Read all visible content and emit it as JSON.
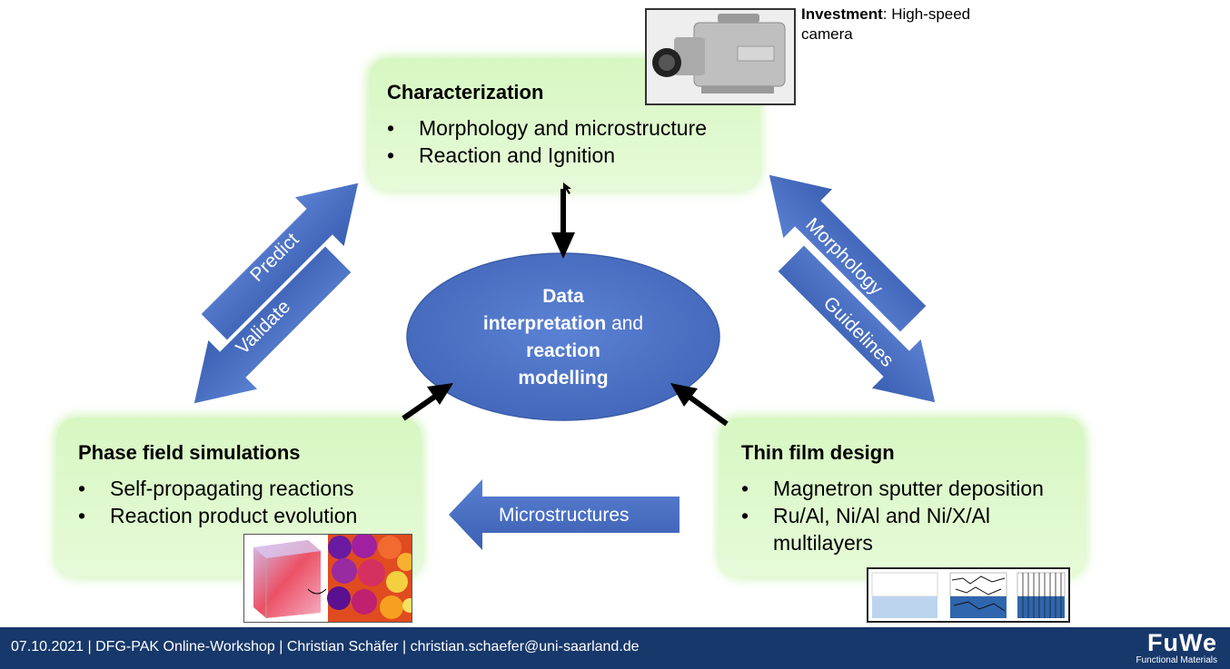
{
  "characterization": {
    "title": "Characterization",
    "bullets": [
      "Morphology and microstructure",
      "Reaction and Ignition"
    ]
  },
  "phase_field": {
    "title": "Phase field simulations",
    "bullets": [
      "Self-propagating reactions",
      "Reaction product evolution"
    ]
  },
  "thin_film": {
    "title": "Thin film design",
    "bullets": [
      "Magnetron sputter deposition",
      "Ru/Al, Ni/Al and Ni/X/Al",
      "multilayers"
    ]
  },
  "center": {
    "line1": "Data",
    "line2_bold": "interpretation",
    "line2_rest": " and",
    "line3": "reaction",
    "line4": "modelling"
  },
  "arrows": {
    "predict": "Predict",
    "validate": "Validate",
    "morphology": "Morphology",
    "guidelines": "Guidelines",
    "microstructures": "Microstructures"
  },
  "investment": {
    "label": "Investment",
    "text": ": High-speed",
    "text2": "camera"
  },
  "footer": {
    "text": "07.10.2021  |  DFG-PAK Online-Workshop  |  Christian Schäfer  |  christian.schaefer@uni-saarland.de",
    "logo": "FuWe",
    "logo_sub": "Functional Materials"
  },
  "colors": {
    "box_green": "#d7f7c2",
    "arrow_blue": "#4a6ec4",
    "ellipse_blue": "#4d73c7",
    "footer_navy": "#17386b"
  }
}
